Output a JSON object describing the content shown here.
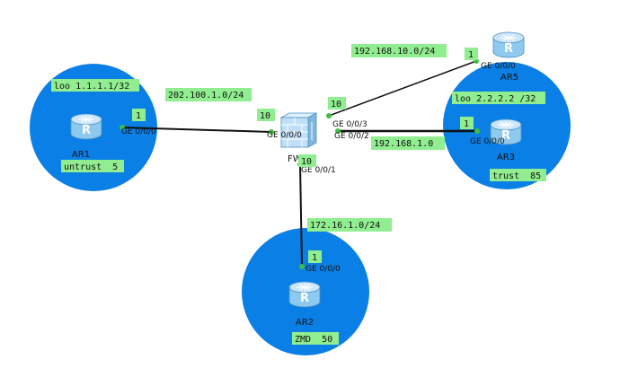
{
  "colors": {
    "zone": "#0a7fe6",
    "label_bg": "#90ee90",
    "link": "#111111",
    "endpoint": "#3dbf3d",
    "router_body": "#8ec9ef",
    "router_top": "#c9e6fa",
    "fw_body": "#bfe0f7"
  },
  "devices": {
    "ar1": {
      "name": "AR1",
      "icon": "router-icon",
      "loopback": "loo 1.1.1.1/32",
      "zone": "untrust  5",
      "port": "GE 0/0/0",
      "cost": "1"
    },
    "ar2": {
      "name": "AR2",
      "icon": "router-icon",
      "zone": "ZMD  50",
      "port": "GE 0/0/0",
      "cost": "1"
    },
    "ar3": {
      "name": "AR3",
      "icon": "router-icon",
      "loopback": "loo 2.2.2.2 /32",
      "zone": "trust  85",
      "port": "GE 0/0/0",
      "cost": "1"
    },
    "ar5": {
      "name": "AR5",
      "icon": "router-icon",
      "port": "GE 0/0/0",
      "cost": "1"
    },
    "fw1": {
      "name": "FW1",
      "icon": "firewall-icon",
      "ports": {
        "p0": "GE 0/0/0",
        "p1": "GE 0/0/1",
        "p2": "GE 0/0/2",
        "p3": "GE 0/0/3"
      },
      "cost_p0": "10",
      "cost_p1": "10",
      "cost_p3": "10"
    }
  },
  "networks": {
    "ar1_fw1": "202.100.1.0/24",
    "fw1_ar2": "172.16.1.0/24",
    "fw1_ar3": "192.168.1.0",
    "fw1_ar5": "192.168.10.0/24"
  }
}
